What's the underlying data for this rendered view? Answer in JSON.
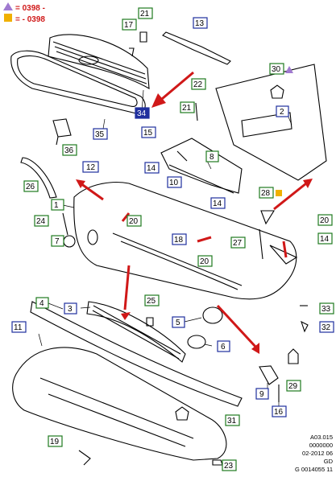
{
  "legend": {
    "triangle_code": "= 0398 -",
    "square_code": "= - 0398",
    "triangle_color": "#a07ad0",
    "square_color": "#f0b000"
  },
  "callouts": {
    "c1": "1",
    "c2": "2",
    "c3": "3",
    "c4": "4",
    "c5": "5",
    "c6": "6",
    "c7": "7",
    "c8": "8",
    "c9": "9",
    "c10": "10",
    "c11": "11",
    "c12": "12",
    "c13": "13",
    "c14a": "14",
    "c14b": "14",
    "c14c": "14",
    "c15": "15",
    "c16": "16",
    "c17": "17",
    "c18": "18",
    "c19": "19",
    "c20a": "20",
    "c20b": "20",
    "c20c": "20",
    "c21a": "21",
    "c21b": "21",
    "c22": "22",
    "c23": "23",
    "c24": "24",
    "c25": "25",
    "c26": "26",
    "c27": "27",
    "c28": "28",
    "c29": "29",
    "c30": "30",
    "c31": "31",
    "c32": "32",
    "c33": "33",
    "c34": "34",
    "c35": "35",
    "c36": "36"
  },
  "reference": {
    "line1": "A03.015",
    "line2": "0000000",
    "line3": "02-2012 06",
    "line4": "GD",
    "line5": "G 0014055 11"
  },
  "colors": {
    "blue_box": "#1f2f9e",
    "green_box": "#1f7a1f",
    "highlight_box": "#1f2f9e",
    "arrows": "#d01818"
  }
}
